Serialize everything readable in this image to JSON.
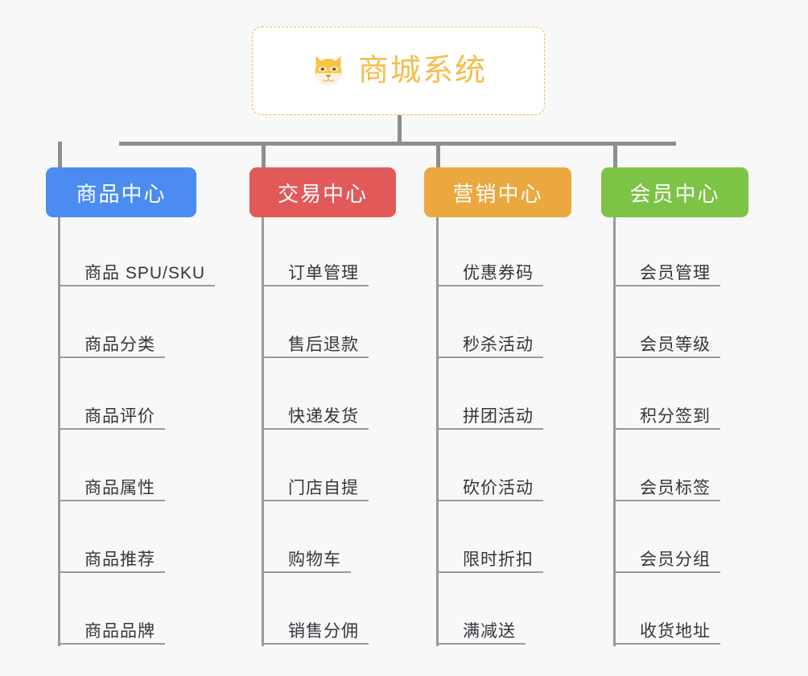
{
  "diagram": {
    "type": "mind-map",
    "background_color": "#f8f8f8",
    "root": {
      "title": "商城系统",
      "icon": "shiba-dog-face-icon",
      "text_color": "#f5bd4a",
      "border_color": "#f0b860",
      "fill_color": "#ffffff"
    },
    "connector_color": "#8e8e8e",
    "branches": [
      {
        "title": "商品中心",
        "color": "#4a8cf0",
        "items": [
          "商品 SPU/SKU",
          "商品分类",
          "商品评价",
          "商品属性",
          "商品推荐",
          "商品品牌"
        ]
      },
      {
        "title": "交易中心",
        "color": "#e2595a",
        "items": [
          "订单管理",
          "售后退款",
          "快递发货",
          "门店自提",
          "购物车",
          "销售分佣"
        ]
      },
      {
        "title": "营销中心",
        "color": "#eaa83e",
        "items": [
          "优惠券码",
          "秒杀活动",
          "拼团活动",
          "砍价活动",
          "限时折扣",
          "满减送"
        ]
      },
      {
        "title": "会员中心",
        "color": "#7cc346",
        "items": [
          "会员管理",
          "会员等级",
          "积分签到",
          "会员标签",
          "会员分组",
          "收货地址"
        ]
      }
    ]
  }
}
